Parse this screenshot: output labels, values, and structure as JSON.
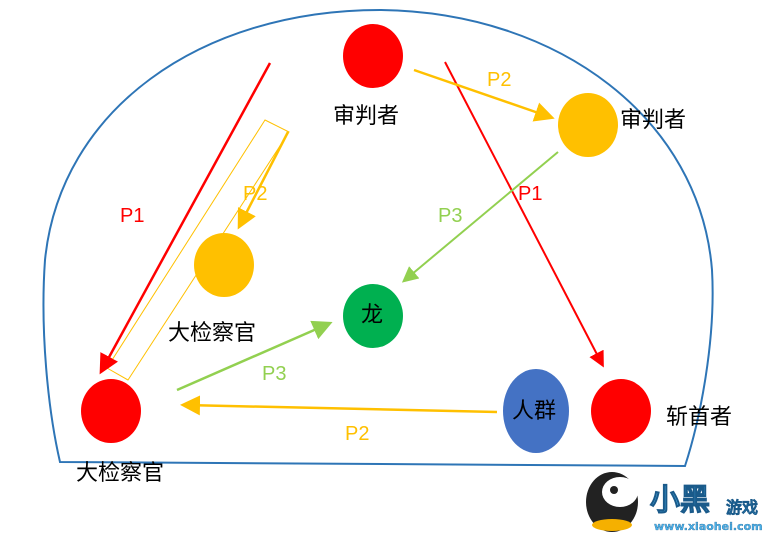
{
  "colors": {
    "p1": "#ff0000",
    "p2": "#ffc000",
    "p3": "#92d050",
    "outline": "#2e75b6",
    "dragon": "#00b050",
    "crowd": "#4472c4"
  },
  "nodes": {
    "judge_top": "审判者",
    "judge_right": "审判者",
    "inspector_mid": "大检察官",
    "inspector_left": "大检察官",
    "dragon": "龙",
    "crowd": "人群",
    "executioner": "斩首者"
  },
  "edges": {
    "p1_left": "P1",
    "p1_right": "P1",
    "p2_top": "P2",
    "p2_mid": "P2",
    "p2_bottom": "P2",
    "p3_right": "P3",
    "p3_left": "P3"
  },
  "watermark": {
    "brand": "小黑",
    "sub": "游戏",
    "url": "www.xiaohei.com"
  }
}
